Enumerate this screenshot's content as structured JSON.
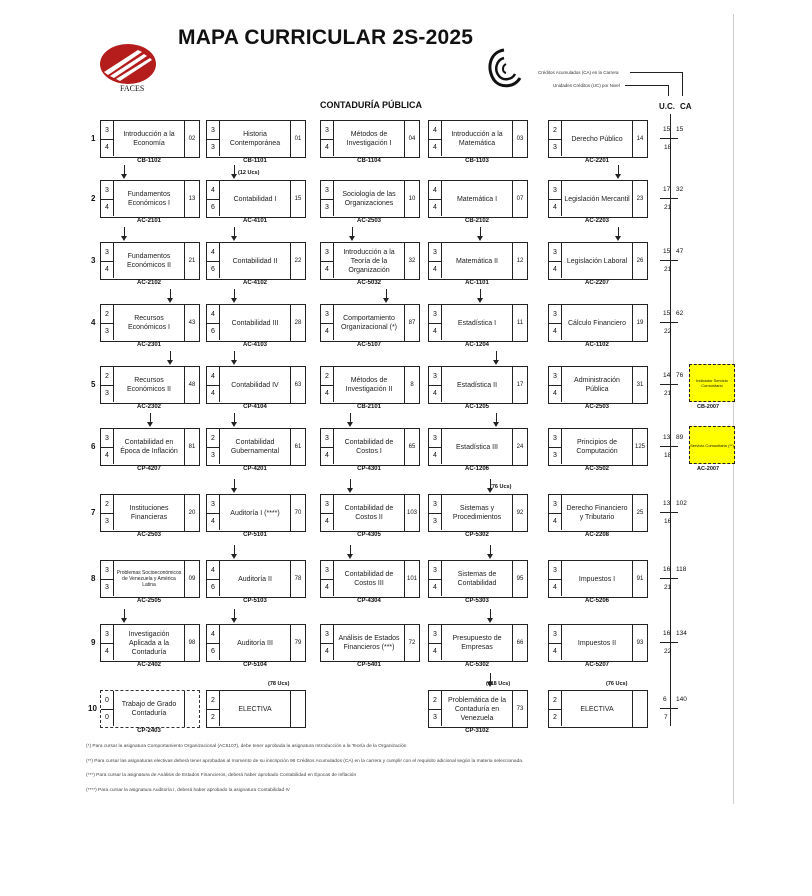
{
  "header": {
    "title": "MAPA CURRICULAR 2S-2025",
    "subtitle": "CONTADURÍA PÚBLICA",
    "logo_text": "FACES",
    "legend_uc": "Créditos Acumulados (CA) en la Carrera",
    "legend_ca": "Unidades Créditos (UC) por Nivel",
    "col_uc": "U.C.",
    "col_ca": "CA"
  },
  "rows": [
    {
      "sem": "1",
      "uc_top": "15",
      "uc_bot": "18",
      "ca": "15",
      "courses": [
        {
          "a": "3",
          "b": "4",
          "name": "Introducción a la Economía",
          "num": "02",
          "code": "CB-1102"
        },
        {
          "a": "3",
          "b": "3",
          "name": "Historia Contemporánea",
          "num": "01",
          "code": "CB-1101"
        },
        {
          "a": "3",
          "b": "4",
          "name": "Métodos de Investigación I",
          "num": "04",
          "code": "CB-1104"
        },
        {
          "a": "4",
          "b": "4",
          "name": "Introducción a la Matemática",
          "num": "03",
          "code": "CB-1103"
        },
        {
          "a": "2",
          "b": "3",
          "name": "Derecho Público",
          "num": "14",
          "code": "AC-2201"
        }
      ]
    },
    {
      "sem": "2",
      "uc_top": "17",
      "uc_bot": "21",
      "ca": "32",
      "extra": "(12 Ucs)",
      "courses": [
        {
          "a": "3",
          "b": "4",
          "name": "Fundamentos Económicos I",
          "num": "13",
          "code": "AC-2101"
        },
        {
          "a": "4",
          "b": "6",
          "name": "Contabilidad I",
          "num": "15",
          "code": "AC-4101"
        },
        {
          "a": "3",
          "b": "3",
          "name": "Sociología de las Organizaciones",
          "num": "10",
          "code": "AC-2503"
        },
        {
          "a": "4",
          "b": "4",
          "name": "Matemática I",
          "num": "07",
          "code": "CB-2102"
        },
        {
          "a": "3",
          "b": "4",
          "name": "Legislación Mercantil",
          "num": "23",
          "code": "AC-2203"
        }
      ]
    },
    {
      "sem": "3",
      "uc_top": "15",
      "uc_bot": "21",
      "ca": "47",
      "courses": [
        {
          "a": "3",
          "b": "4",
          "name": "Fundamentos Económicos II",
          "num": "21",
          "code": "AC-2102"
        },
        {
          "a": "4",
          "b": "6",
          "name": "Contabilidad II",
          "num": "22",
          "code": "AC-4102"
        },
        {
          "a": "3",
          "b": "4",
          "name": "Introducción a la Teoría de la Organización",
          "num": "32",
          "code": "AC-5032"
        },
        {
          "a": "3",
          "b": "4",
          "name": "Matemática II",
          "num": "12",
          "code": "AC-1101"
        },
        {
          "a": "3",
          "b": "4",
          "name": "Legislación Laboral",
          "num": "26",
          "code": "AC-2207"
        }
      ]
    },
    {
      "sem": "4",
      "uc_top": "15",
      "uc_bot": "22",
      "ca": "62",
      "courses": [
        {
          "a": "2",
          "b": "3",
          "name": "Recursos Económicos I",
          "num": "43",
          "code": "AC-2301"
        },
        {
          "a": "4",
          "b": "6",
          "name": "Contabilidad III",
          "num": "28",
          "code": "AC-4103"
        },
        {
          "a": "3",
          "b": "4",
          "name": "Comportamiento Organizacional (*)",
          "num": "87",
          "code": "AC-5107"
        },
        {
          "a": "3",
          "b": "4",
          "name": "Estadística I",
          "num": "11",
          "code": "AC-1204"
        },
        {
          "a": "3",
          "b": "4",
          "name": "Cálculo Financiero",
          "num": "19",
          "code": "AC-1102"
        }
      ]
    },
    {
      "sem": "5",
      "uc_top": "14",
      "uc_bot": "21",
      "ca": "76",
      "box": "Indicador Servicio Comunitario",
      "box_code": "CB-2007",
      "courses": [
        {
          "a": "2",
          "b": "3",
          "name": "Recursos Económicos II",
          "num": "48",
          "code": "AC-2302"
        },
        {
          "a": "4",
          "b": "4",
          "name": "Contabilidad IV",
          "num": "63",
          "code": "CP-4104"
        },
        {
          "a": "2",
          "b": "4",
          "name": "Métodos de Investigación II",
          "num": "8",
          "code": "CB-2101"
        },
        {
          "a": "3",
          "b": "4",
          "name": "Estadística II",
          "num": "17",
          "code": "AC-1205"
        },
        {
          "a": "3",
          "b": "4",
          "name": "Administración Pública",
          "num": "31",
          "code": "AC-2503"
        }
      ]
    },
    {
      "sem": "6",
      "uc_top": "13",
      "uc_bot": "18",
      "ca": "89",
      "box": "Servicio Comunitario (**)",
      "box_code": "AC-2007",
      "courses": [
        {
          "a": "3",
          "b": "4",
          "name": "Contabilidad en Época de Inflación",
          "num": "81",
          "code": "CP-4207"
        },
        {
          "a": "2",
          "b": "3",
          "name": "Contabilidad Gubernamental",
          "num": "61",
          "code": "CP-4201"
        },
        {
          "a": "3",
          "b": "4",
          "name": "Contabilidad de Costos I",
          "num": "65",
          "code": "CP-4301"
        },
        {
          "a": "3",
          "b": "4",
          "name": "Estadística III",
          "num": "24",
          "code": "AC-1206"
        },
        {
          "a": "3",
          "b": "3",
          "name": "Principios de Computación",
          "num": "125",
          "code": "AC-3502"
        }
      ]
    },
    {
      "sem": "7",
      "uc_top": "13",
      "uc_bot": "16",
      "ca": "102",
      "extra": "(76 Ucs)",
      "courses": [
        {
          "a": "2",
          "b": "3",
          "name": "Instituciones Financieras",
          "num": "20",
          "code": "AC-2503"
        },
        {
          "a": "3",
          "b": "4",
          "name": "Auditoría I (****)",
          "num": "70",
          "code": "CP-5101"
        },
        {
          "a": "3",
          "b": "4",
          "name": "Contabilidad de Costos II",
          "num": "103",
          "code": "CP-4305"
        },
        {
          "a": "3",
          "b": "3",
          "name": "Sistemas y Procedimientos",
          "num": "92",
          "code": "CP-5302"
        },
        {
          "a": "3",
          "b": "4",
          "name": "Derecho Financiero y Tributario",
          "num": "25",
          "code": "AC-2208"
        }
      ]
    },
    {
      "sem": "8",
      "uc_top": "16",
      "uc_bot": "21",
      "ca": "118",
      "courses": [
        {
          "a": "3",
          "b": "3",
          "name": "Problemas Socioeconómicos de Venezuela y América Latina",
          "num": "09",
          "code": "AC-2505",
          "small": true
        },
        {
          "a": "4",
          "b": "6",
          "name": "Auditoría II",
          "num": "78",
          "code": "CP-5103"
        },
        {
          "a": "3",
          "b": "4",
          "name": "Contabilidad de Costos III",
          "num": "101",
          "code": "CP-4304"
        },
        {
          "a": "3",
          "b": "4",
          "name": "Sistemas de Contabilidad",
          "num": "95",
          "code": "CP-5303"
        },
        {
          "a": "3",
          "b": "4",
          "name": "Impuestos I",
          "num": "91",
          "code": "AC-5206"
        }
      ]
    },
    {
      "sem": "9",
      "uc_top": "16",
      "uc_bot": "22",
      "ca": "134",
      "courses": [
        {
          "a": "3",
          "b": "4",
          "name": "Investigación Aplicada a la Contaduría",
          "num": "98",
          "code": "AC-2402"
        },
        {
          "a": "4",
          "b": "6",
          "name": "Auditoría III",
          "num": "79",
          "code": "CP-5104"
        },
        {
          "a": "3",
          "b": "4",
          "name": "Análisis de Estados Financieros (***)",
          "num": "72",
          "code": "CP-5401"
        },
        {
          "a": "3",
          "b": "4",
          "name": "Presupuesto de Empresas",
          "num": "66",
          "code": "AC-5302"
        },
        {
          "a": "3",
          "b": "4",
          "name": "Impuestos II",
          "num": "93",
          "code": "AC-5207"
        }
      ]
    },
    {
      "sem": "10",
      "uc_top": "6",
      "uc_bot": "7",
      "ca": "140",
      "extra": "(78 Ucs)",
      "extra2": "(118 Ucs)",
      "extra3": "(76 Ucs)",
      "courses": [
        {
          "a": "0",
          "b": "0",
          "name": "Trabajo de Grado Contaduría",
          "num": "",
          "code": "CP-2403",
          "dashed": true
        },
        {
          "a": "2",
          "b": "2",
          "name": "ELECTIVA",
          "num": "",
          "code": ""
        },
        null,
        {
          "a": "2",
          "b": "3",
          "name": "Problemática de la Contaduría en Venezuela",
          "num": "73",
          "code": "CP-3102"
        },
        {
          "a": "2",
          "b": "2",
          "name": "ELECTIVA",
          "num": "",
          "code": ""
        }
      ]
    }
  ],
  "footnotes": [
    "(*)   Para cursar la asignatura Comportamiento Organizacional (AC5107), debe tener aprobada la asignatura Introducción a la Teoría de la Organización",
    "(**)  Para cursar las asignaturas electivas deberá tener aprobadas al momento de su inscripción 96 Créditos Acumulados (CA) en la carrera y cumplir con el requisito adicional según la materia seleccionada.",
    "(***) Para cursar la asignatura de Análisis de Estados Financieros, deberá haber aprobado Contabilidad en Épocas de Inflación",
    "(****)     Para cursar la asignatura Auditoría I, deberá haber aprobado la asignatura Contabilidad IV"
  ]
}
